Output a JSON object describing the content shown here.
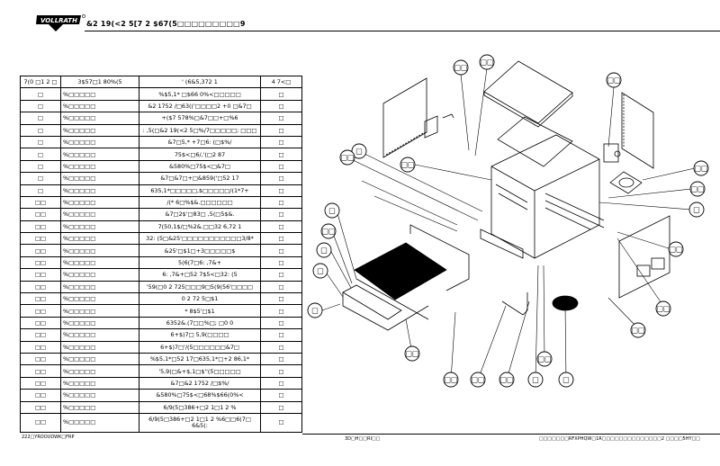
{
  "header": {
    "brand": "Vollrath",
    "title": "&2 19(<2 5[7 2 $67(5□□□□□□□□□9"
  },
  "table": {
    "columns": [
      "7(0 □1 2 □",
      "3$57□1 80%(5",
      "' (6&5,372 1",
      "4 7<□"
    ],
    "rows": [
      {
        "item": "□",
        "part": "%□□□□□",
        "desc": "%$5,1* □$66 0%<□□□□□",
        "qty": "□"
      },
      {
        "item": "□",
        "part": "%□□□□□",
        "desc": "&2 1752 /□63(('□□□□2 +0 □&7□",
        "qty": "□"
      },
      {
        "item": "□",
        "part": "%□□□□□",
        "desc": "+($7 578%□&7□□+□%6",
        "qty": "□"
      },
      {
        "item": "□",
        "part": "%□□□□□",
        "desc": ": ,5(□&2 19(<2 5□%/7□□□□□; □□□",
        "qty": "□"
      },
      {
        "item": "□",
        "part": "%□□□□□",
        "desc": "&7□5,* +7□6: (□$%/",
        "qty": "□"
      },
      {
        "item": "□",
        "part": "%□□□□□",
        "desc": "75$<□6/,'(□2 87",
        "qty": "□"
      },
      {
        "item": "□",
        "part": "%□□□□□",
        "desc": "&580%□75$<□&7□",
        "qty": "□"
      },
      {
        "item": "□",
        "part": "%□□□□□",
        "desc": "&7□&7□+□&859('□52 17",
        "qty": "□"
      },
      {
        "item": "□",
        "part": "%□□□□□",
        "desc": "635,1*□□□□□,$□□□□□/(1*7+",
        "qty": "□"
      },
      {
        "item": "□□",
        "part": "%□□□□□",
        "desc": "/(* 6□%$&.□□□□□□",
        "qty": "□"
      },
      {
        "item": "□□",
        "part": "%□□□□□",
        "desc": "&7□2$'□83□ ,5(□5$&.",
        "qty": "□"
      },
      {
        "item": "□□",
        "part": "%□□□□□",
        "desc": "7(50,1$/□%2&.□□32 6,72 1",
        "qty": "□"
      },
      {
        "item": "□□",
        "part": "%□□□□□",
        "desc": "32: (5□&25'□□□□□□□□□□□3/8*",
        "qty": "□"
      },
      {
        "item": "□□",
        "part": "%□□□□□",
        "desc": "&25'□$1□+3□□□□□$",
        "qty": "□"
      },
      {
        "item": "□□",
        "part": "%□□□□□",
        "desc": "5(6(7□6: ,7&+",
        "qty": "□"
      },
      {
        "item": "□□",
        "part": "%□□□□□",
        "desc": "6: ,7&+□52 7$5<□32: (5",
        "qty": "□"
      },
      {
        "item": "□□",
        "part": "%□□□□□",
        "desc": "'59(□0 2 725□□□9□5(9(56'□□□□",
        "qty": "□"
      },
      {
        "item": "□□",
        "part": "%□□□□□",
        "desc": "0 2 72 5□$1",
        "qty": "□"
      },
      {
        "item": "□□",
        "part": "%□□□□□",
        "desc": "* 8$5'□$1",
        "qty": "□"
      },
      {
        "item": "□□",
        "part": "%□□□□□",
        "desc": "6352&.(7□□%□; □0 0",
        "qty": "□"
      },
      {
        "item": "□□",
        "part": "%□□□□□",
        "desc": "6+$)7□ 5,9(□□□□",
        "qty": "□"
      },
      {
        "item": "□□",
        "part": "%□□□□□",
        "desc": "6+$)7□'/(5□□□□□□&7□",
        "qty": "□"
      },
      {
        "item": "□□",
        "part": "%□□□□□",
        "desc": "%$5,1*□52 17□635,1*□+2 86,1*",
        "qty": "□"
      },
      {
        "item": "□□",
        "part": "%□□□□□",
        "desc": "'5,9(□&+$,1□$''(5□□□□□",
        "qty": "□"
      },
      {
        "item": "□□",
        "part": "%□□□□□",
        "desc": "&7□&2 1752 /□$%/",
        "qty": "□"
      },
      {
        "item": "□□",
        "part": "%□□□□□",
        "desc": "&580%□75$<□68%$66(0%<",
        "qty": "□"
      },
      {
        "item": "□□",
        "part": "%□□□□□",
        "desc": "6/9(5□386+□2 1□1 2 %",
        "qty": "□"
      },
      {
        "item": "□□",
        "part": "%□□□□□",
        "desc": "6/9(5□386+□2 1□1 2 %6□□6(7□ 6&5(:",
        "qty": "□"
      }
    ]
  },
  "diagram": {
    "callouts": [
      "□□",
      "□□",
      "□□",
      "□□",
      "□",
      "□□",
      "□□",
      "□□",
      "□",
      "□",
      "□□",
      "□",
      "□",
      "□",
      "□□",
      "□□",
      "□□",
      "□□",
      "□",
      "□□",
      "□",
      "□□",
      "□□",
      "□□"
    ]
  },
  "footer": {
    "left": "222□YROOUDWK□FRP",
    "middle": "3D□H□□RI□□",
    "right": "□□□□□□□RFXPHQW□1R□□□□□□□□□□□□□□2 □□□□5HY□□"
  }
}
